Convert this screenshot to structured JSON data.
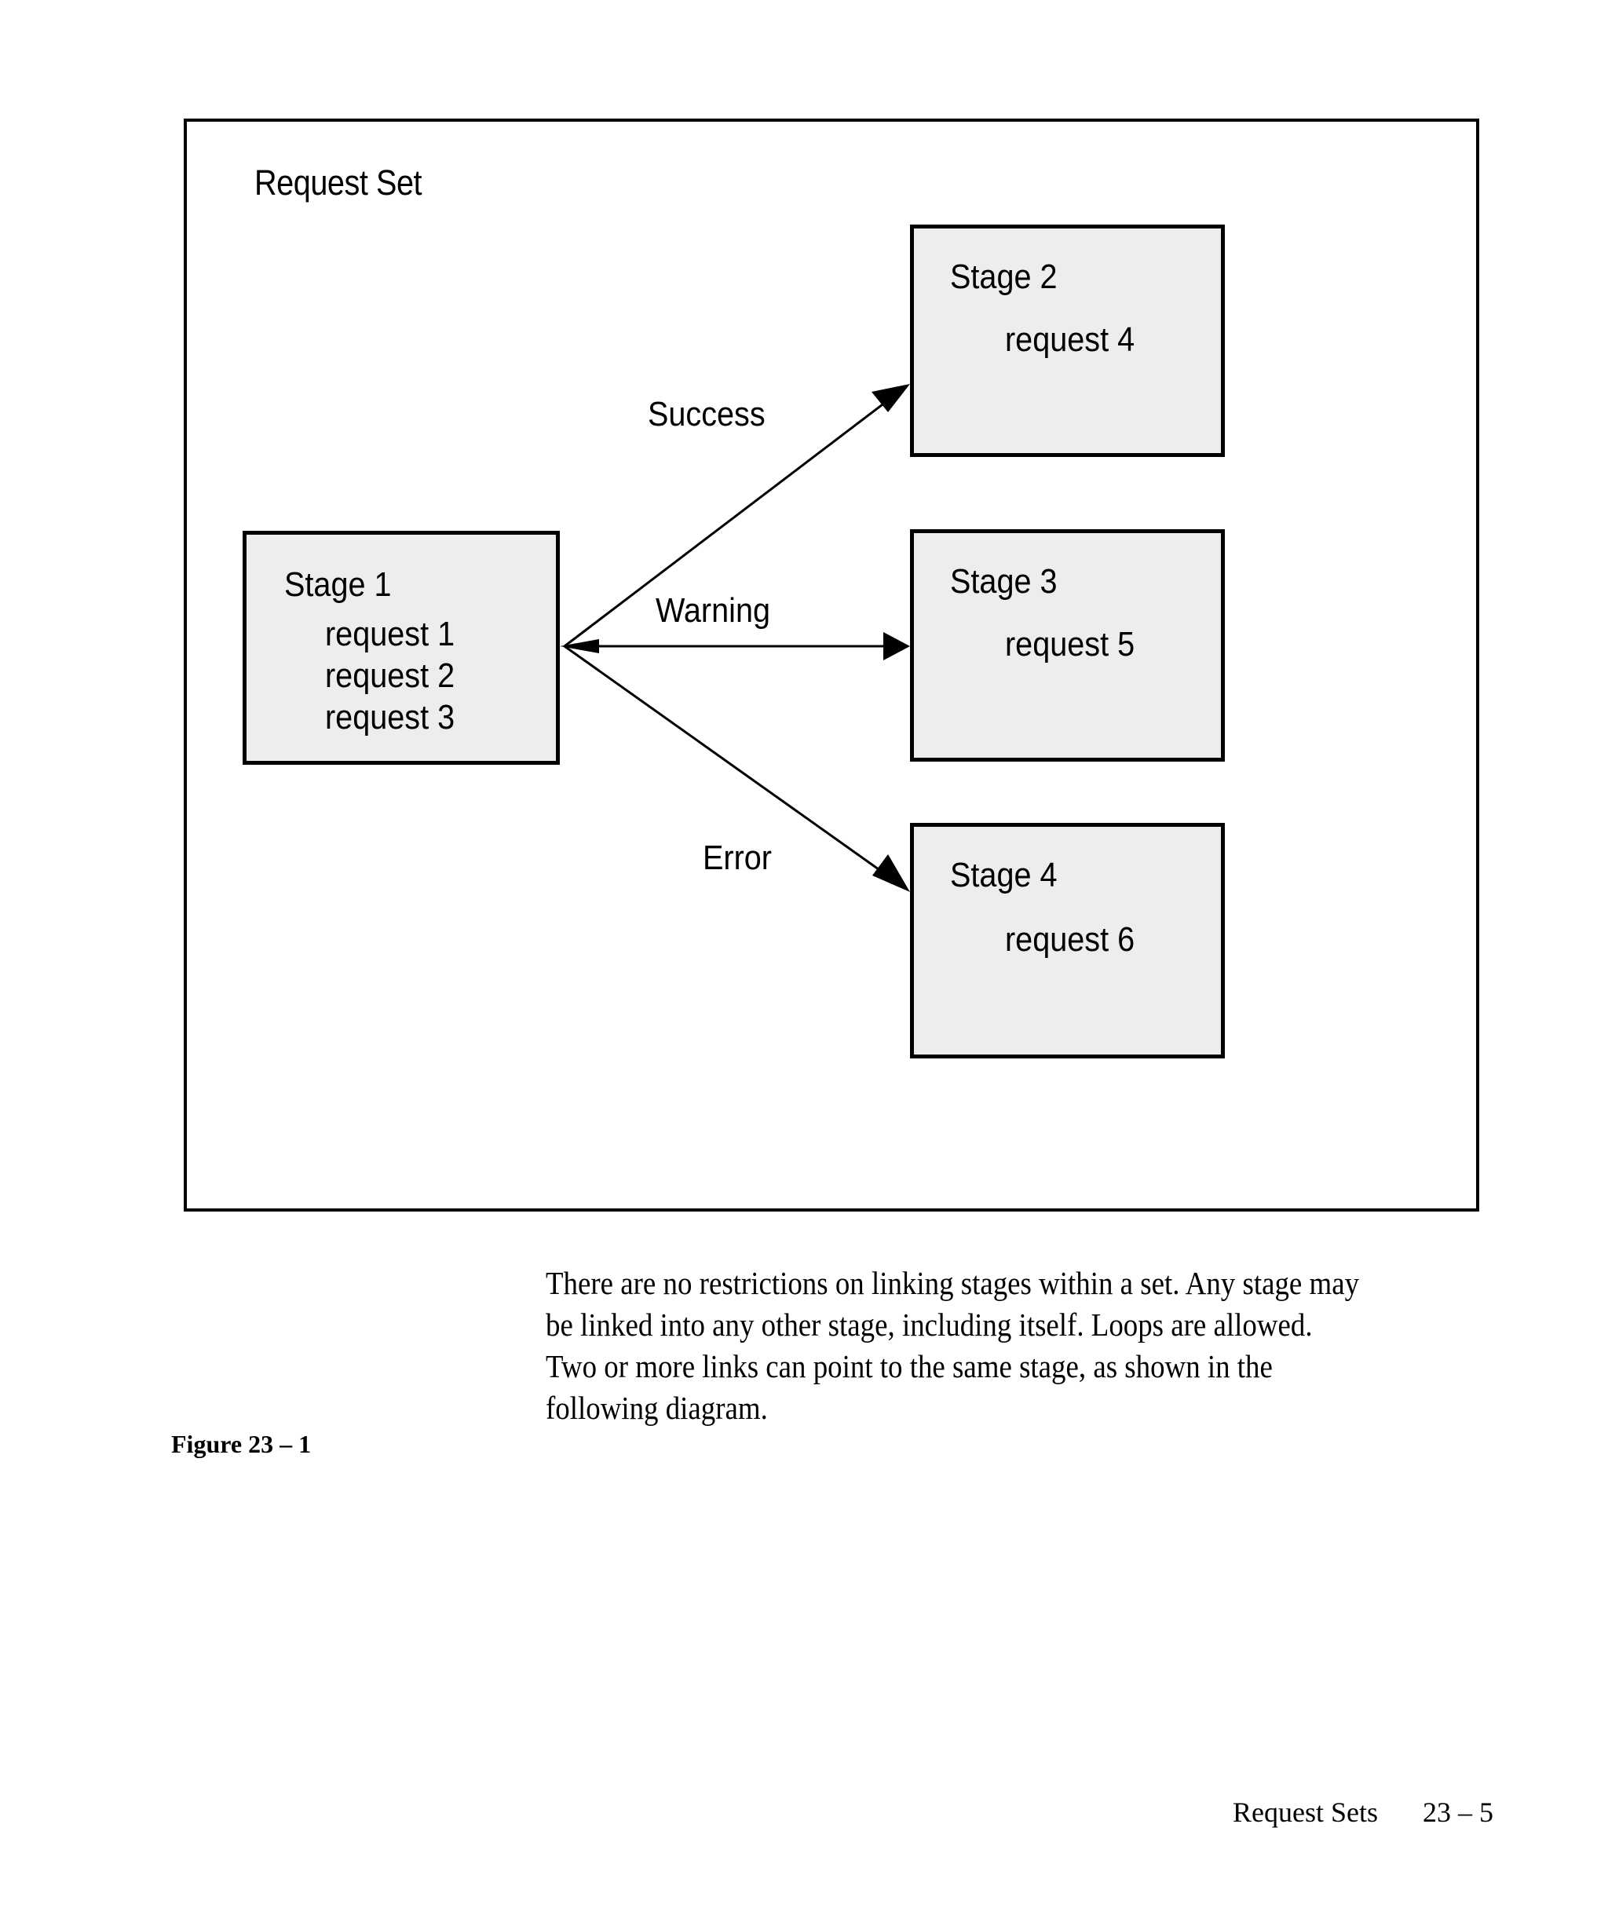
{
  "figure": {
    "title": "Request Set",
    "caption": "Figure 23 – 1",
    "stages": [
      {
        "id": "stage-1",
        "title": "Stage 1",
        "requests": [
          "request 1",
          "request 2",
          "request 3"
        ]
      },
      {
        "id": "stage-2",
        "title": "Stage 2",
        "requests": [
          "request 4"
        ]
      },
      {
        "id": "stage-3",
        "title": "Stage 3",
        "requests": [
          "request 5"
        ]
      },
      {
        "id": "stage-4",
        "title": "Stage 4",
        "requests": [
          "request 6"
        ]
      }
    ],
    "links": [
      {
        "label": "Success",
        "from": "Stage 1",
        "to": "Stage 2"
      },
      {
        "label": "Warning",
        "from": "Stage 1",
        "to": "Stage 3"
      },
      {
        "label": "Error",
        "from": "Stage 1",
        "to": "Stage 4"
      }
    ],
    "colors": {
      "box_fill": "#ededed",
      "box_border": "#000000",
      "frame_border": "#000000",
      "arrow": "#000000",
      "page_background": "#ffffff",
      "text": "#000000"
    }
  },
  "body": {
    "lines": [
      "There are no restrictions on linking stages within a set.  Any stage may",
      "be linked into any other stage, including itself.  Loops are allowed.",
      "Two or more links can point to the same stage, as shown in the",
      "following diagram."
    ]
  },
  "footer": {
    "section_title": "Request Sets",
    "page_number": "23 – 5"
  }
}
